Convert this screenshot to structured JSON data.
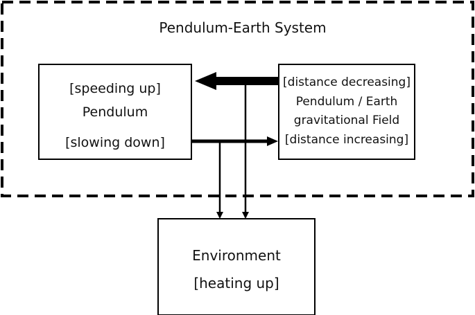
{
  "system": {
    "title": "Pendulum-Earth System"
  },
  "pendulum": {
    "top_label": "[speeding up]",
    "name": "Pendulum",
    "bottom_label": "[slowing down]"
  },
  "field": {
    "line1": "[distance decreasing]",
    "line2": "Pendulum / Earth",
    "line3": "gravitational Field",
    "line4": "[distance increasing]"
  },
  "environment": {
    "name": "Environment",
    "state": "[heating up]"
  },
  "colors": {
    "stroke": "#000000",
    "background": "#ffffff"
  }
}
